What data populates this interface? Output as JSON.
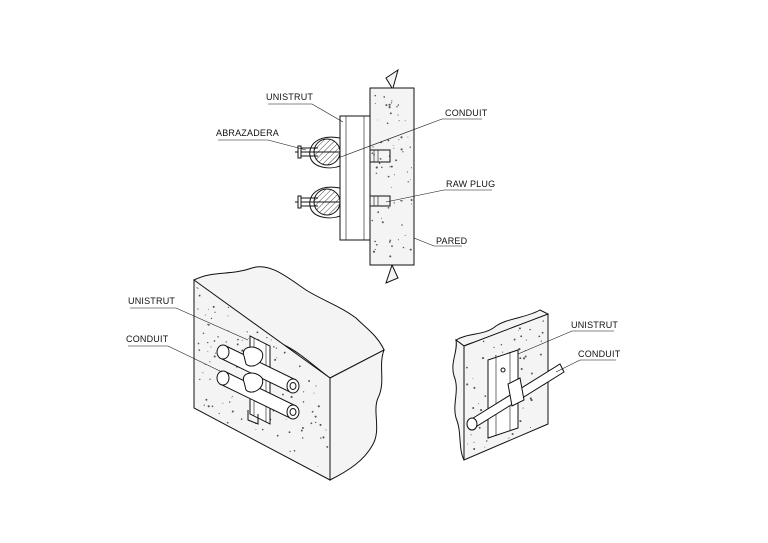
{
  "labels": {
    "unistrut_top": "UNISTRUT",
    "abrazadera": "ABRAZADERA",
    "conduit_top": "CONDUIT",
    "raw_plug": "RAW PLUG",
    "pared": "PARED",
    "unistrut_left": "UNISTRUT",
    "conduit_left": "CONDUIT",
    "unistrut_right": "UNISTRUT",
    "conduit_right": "CONDUIT"
  },
  "colors": {
    "line": "#111111",
    "wall_fill": "#f4f4f4",
    "background": "#ffffff"
  }
}
